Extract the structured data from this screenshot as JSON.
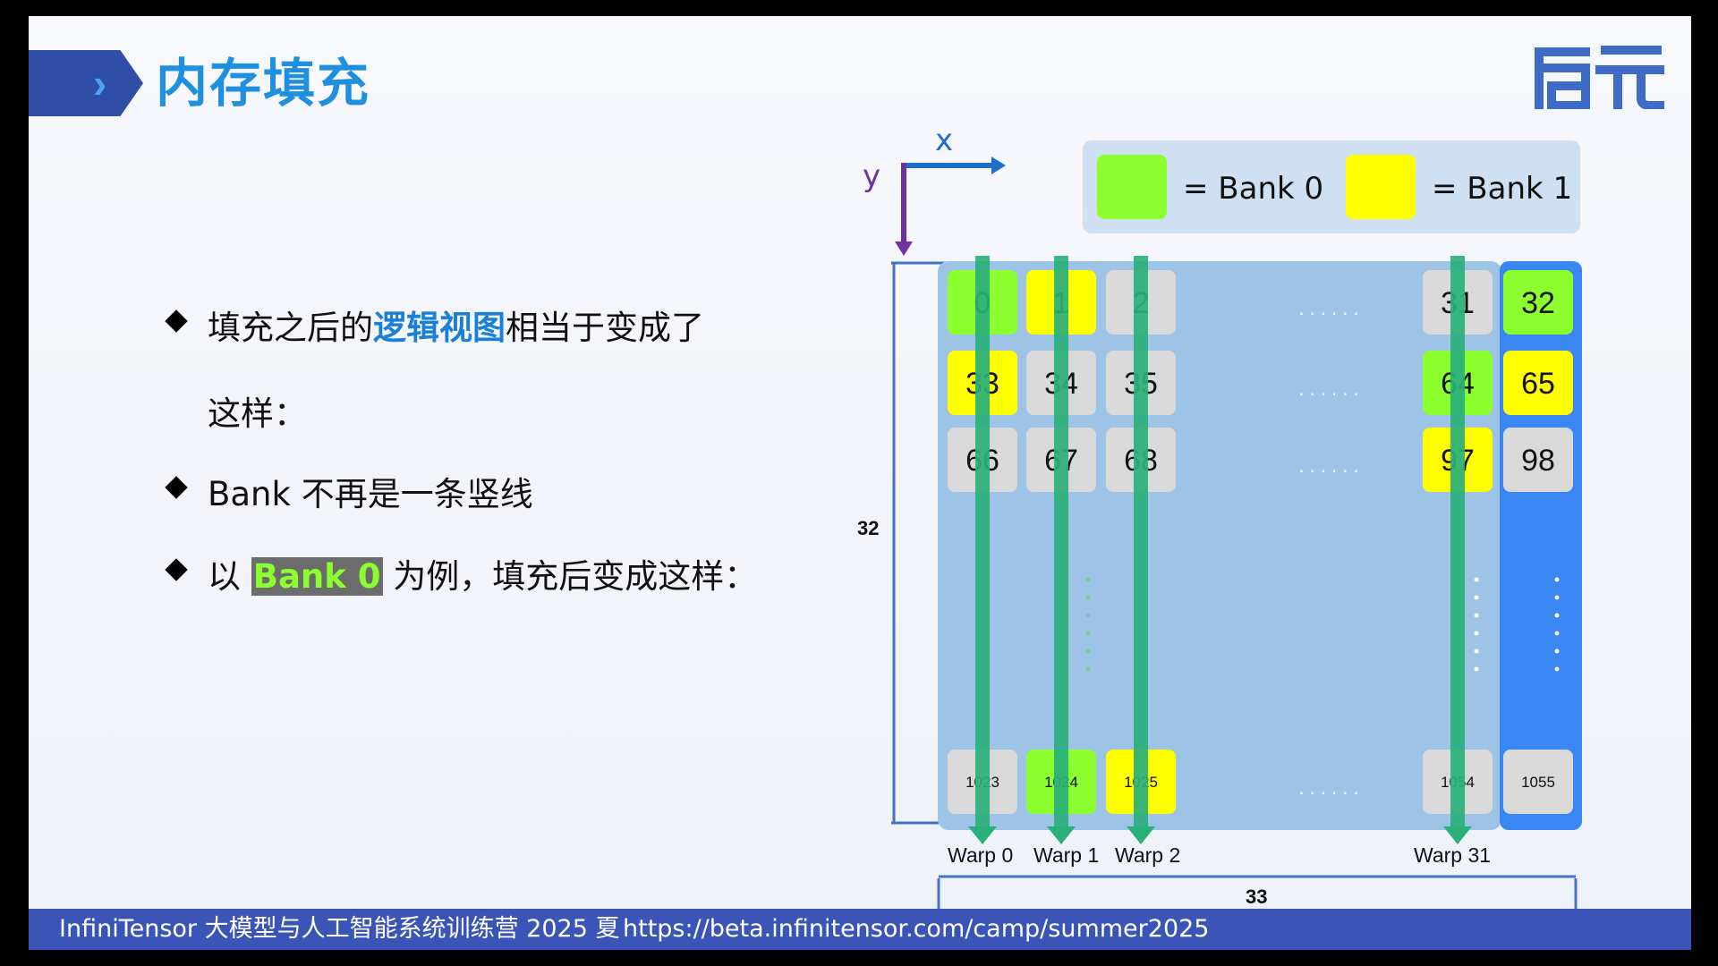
{
  "title": "内存填充",
  "logo_text": "启元",
  "bullets": [
    {
      "pre": "填充之后的",
      "highlight": "逻辑视图",
      "post": "相当于变成了"
    },
    {
      "text": "这样："
    },
    {
      "text": "Bank 不再是一条竖线"
    },
    {
      "pre": "以 ",
      "chip": "Bank 0",
      "post": " 为例，填充后变成这样："
    }
  ],
  "axes": {
    "x_label": "x",
    "y_label": "y"
  },
  "legend": [
    {
      "label": "= Bank 0",
      "color": "#8cff2e"
    },
    {
      "label": "= Bank 1",
      "color": "#ffff00"
    }
  ],
  "dims": {
    "rows_label": "32",
    "cols_label": "33"
  },
  "grid": {
    "rows": [
      {
        "cells": [
          "0",
          "1",
          "2",
          "31",
          "32"
        ],
        "bank": [
          "b0",
          "b1",
          "gray",
          "gray",
          "b0"
        ],
        "small": false
      },
      {
        "cells": [
          "33",
          "34",
          "35",
          "64",
          "65"
        ],
        "bank": [
          "b1",
          "gray",
          "gray",
          "b0",
          "b1"
        ],
        "small": false
      },
      {
        "cells": [
          "66",
          "67",
          "68",
          "97",
          "98"
        ],
        "bank": [
          "gray",
          "gray",
          "gray",
          "b1",
          "gray"
        ],
        "small": false
      },
      {
        "cells": [
          "1023",
          "1024",
          "1025",
          "1054",
          "1055"
        ],
        "bank": [
          "gray",
          "b0",
          "b1",
          "gray",
          "gray"
        ],
        "small": true
      }
    ],
    "ellipsis": ". . . . . ."
  },
  "warps": [
    "Warp 0",
    "Warp 1",
    "Warp 2",
    "Warp 31"
  ],
  "colors": {
    "bank0": "#8cff2e",
    "bank1": "#ffff00",
    "gray_cell": "#d9d9d9",
    "panel": "#9dc3e6",
    "pad_column": "#3a86f2",
    "warp_arrow": "#2ab07a",
    "axis_x": "#1f6fc8",
    "axis_y": "#7030a0",
    "dim_line": "#4472c4"
  },
  "footer": {
    "course": "InfiniTensor 大模型与人工智能系统训练营 2025 夏",
    "url": "https://beta.infinitensor.com/camp/summer2025"
  }
}
